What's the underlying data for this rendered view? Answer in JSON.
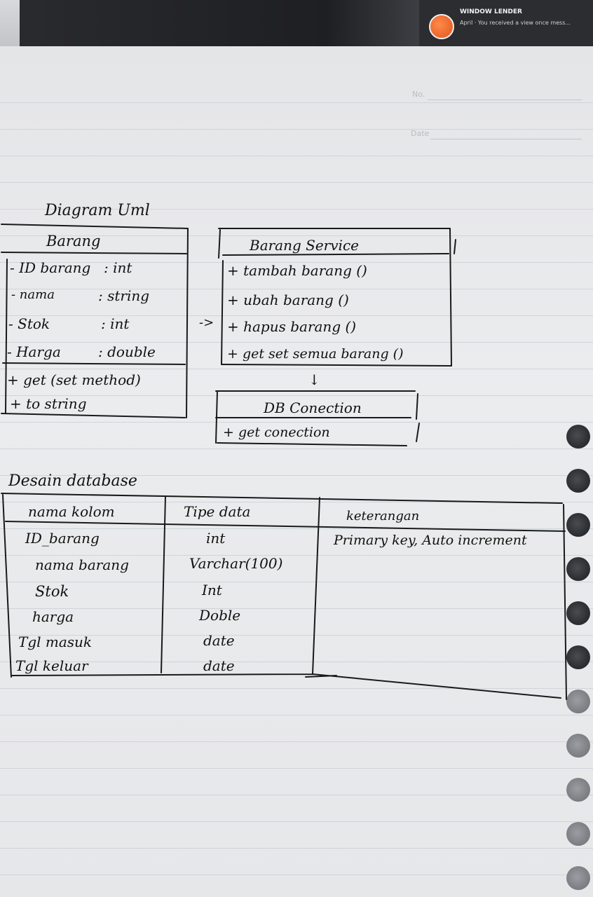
{
  "notification": {
    "title": "WINDOW LENDER",
    "body": "April · You received a view once mess..."
  },
  "paper_header": {
    "no_label": "No.",
    "date_label": "Date"
  },
  "uml": {
    "heading": "Diagram Uml",
    "class_barang": {
      "name": "Barang",
      "attributes": [
        {
          "name": "- ID barang",
          "type": ": int"
        },
        {
          "name": "- nama",
          "type": ": string"
        },
        {
          "name": "- Stok",
          "type": ": int"
        },
        {
          "name": "- Harga",
          "type": ": double"
        }
      ],
      "methods": [
        "+ get (set method)",
        "+ to string"
      ]
    },
    "arrow_right": "->",
    "class_service": {
      "name": "Barang Service",
      "methods": [
        "+ tambah barang ()",
        "+ ubah barang ()",
        "+ hapus barang ()",
        "+ get set semua barang ()"
      ]
    },
    "arrow_down": "↓",
    "class_db": {
      "name": "DB Conection",
      "methods": [
        "+ get conection"
      ]
    }
  },
  "database": {
    "heading": "Desain database",
    "columns": [
      "nama kolom",
      "Tipe data",
      "keterangan"
    ],
    "rows": [
      [
        "ID_barang",
        "int",
        "Primary key, Auto increment"
      ],
      [
        "nama barang",
        "Varchar(100)",
        ""
      ],
      [
        "Stok",
        "Int",
        ""
      ],
      [
        "harga",
        "Doble",
        ""
      ],
      [
        "Tgl masuk",
        "date",
        ""
      ],
      [
        "Tgl keluar",
        "date",
        ""
      ]
    ]
  }
}
